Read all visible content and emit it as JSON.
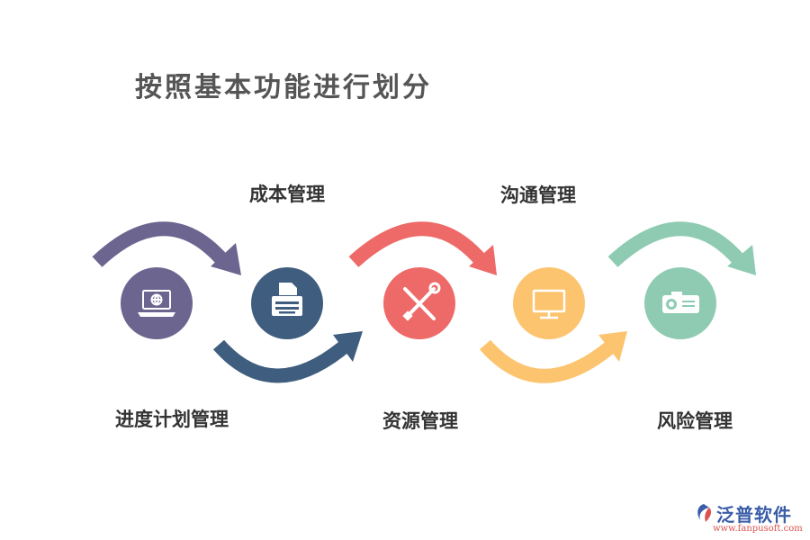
{
  "title": "按照基本功能进行划分",
  "steps": [
    {
      "label": "进度计划管理",
      "icon": "laptop-icon",
      "color": "#6b6590"
    },
    {
      "label": "成本管理",
      "icon": "typewriter-icon",
      "color": "#3f5d7e"
    },
    {
      "label": "资源管理",
      "icon": "tools-icon",
      "color": "#ed6a68"
    },
    {
      "label": "沟通管理",
      "icon": "monitor-icon",
      "color": "#fcc46e"
    },
    {
      "label": "风险管理",
      "icon": "projector-icon",
      "color": "#8ecbb2"
    }
  ],
  "logo": {
    "name": "泛普软件",
    "url": "www.fanpusoft.com"
  }
}
